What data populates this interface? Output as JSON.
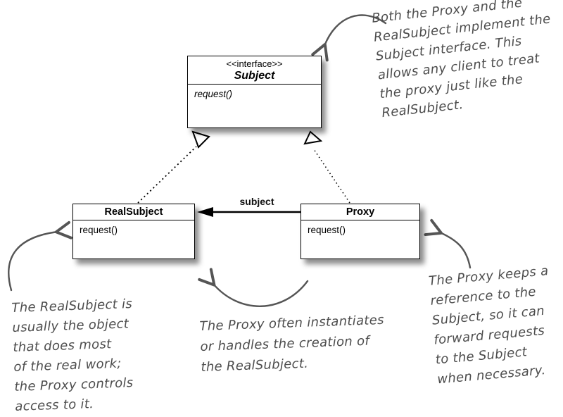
{
  "colors": {
    "box_border": "#000000",
    "box_fill": "#ffffff",
    "hand_ink": "#4d4d4d",
    "shadow": "#8c8c8c"
  },
  "uml": {
    "subject": {
      "stereotype": "<<interface>>",
      "name": "Subject",
      "methods": [
        "request()"
      ]
    },
    "real_subject": {
      "name": "RealSubject",
      "methods": [
        "request()"
      ]
    },
    "proxy": {
      "name": "Proxy",
      "methods": [
        "request()"
      ]
    },
    "association_label": "subject"
  },
  "annotations": {
    "top_right": {
      "lines": [
        "Both the Proxy and the",
        "RealSubject implement the",
        "Subject interface.  This",
        "allows any client to treat",
        "the proxy just like the",
        "RealSubject."
      ]
    },
    "bottom_left": {
      "lines": [
        "The RealSubject is",
        "usually the object",
        "that does most",
        "of the real work;",
        "the Proxy controls",
        "access to it."
      ]
    },
    "bottom_middle": {
      "lines": [
        "The Proxy often instantiates",
        "or handles the creation of",
        "the RealSubject."
      ]
    },
    "bottom_right": {
      "lines": [
        "The Proxy keeps a",
        "reference to the",
        "Subject, so it can",
        "forward requests",
        "to the Subject",
        "when necessary."
      ]
    }
  }
}
